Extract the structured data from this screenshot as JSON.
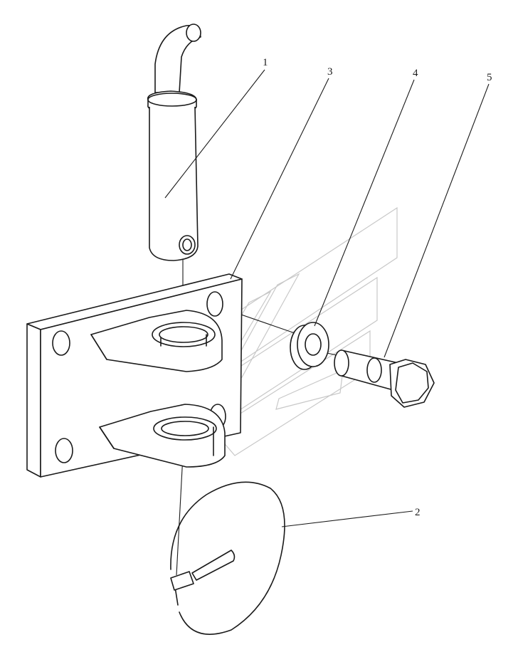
{
  "diagram": {
    "callouts": [
      {
        "id": "1",
        "label": "1"
      },
      {
        "id": "2",
        "label": "2"
      },
      {
        "id": "3",
        "label": "3"
      },
      {
        "id": "4",
        "label": "4"
      },
      {
        "id": "5",
        "label": "5"
      }
    ],
    "parts": [
      {
        "callout": "1",
        "icon": "clevis-pin-icon"
      },
      {
        "callout": "2",
        "icon": "lynch-pin-ring-icon"
      },
      {
        "callout": "3",
        "icon": "tow-bracket-plate-icon"
      },
      {
        "callout": "4",
        "icon": "washer-icon"
      },
      {
        "callout": "5",
        "icon": "hex-bolt-icon"
      }
    ],
    "watermark": {
      "icon": "brand-watermark-icon",
      "color": "#c8c8c8"
    }
  }
}
